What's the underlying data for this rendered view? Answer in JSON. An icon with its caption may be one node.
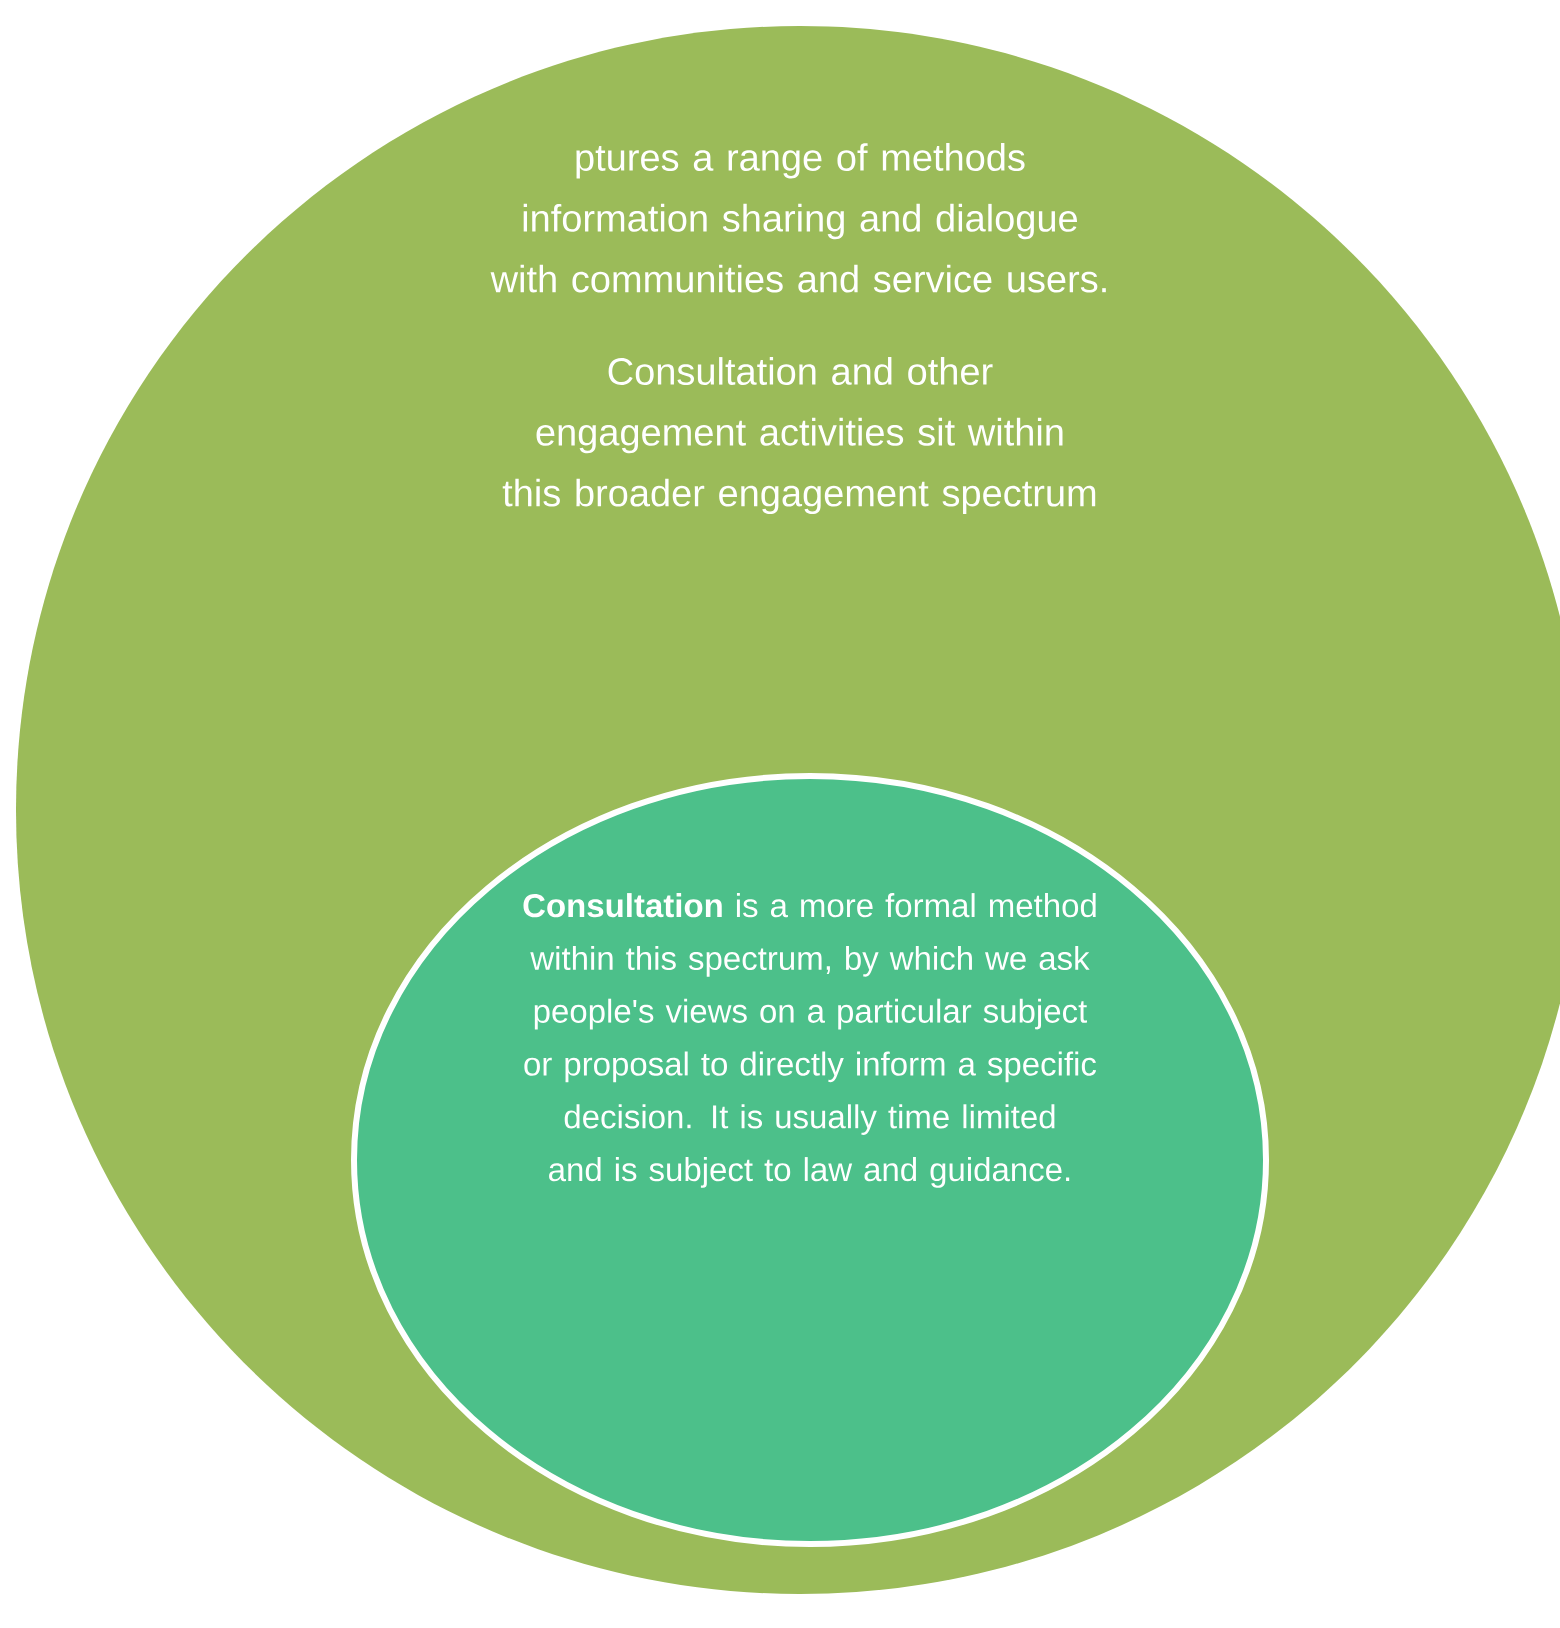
{
  "diagram": {
    "nodes": [
      {
        "text": [
          "ptures a range of methods information sharing and dialogue with communities and service users.",
          "Consultation and other engagement activities sit within this broader engagement spectrum"
        ]
      },
      {
        "text": [
          "**Consultation** is a more formal method within this spectrum, by which we ask people's views on a particular subject or proposal to directly inform a specific decision. It is usually time limited and is subject to law and guidance."
        ],
        "in": 0
      }
    ]
  }
}
